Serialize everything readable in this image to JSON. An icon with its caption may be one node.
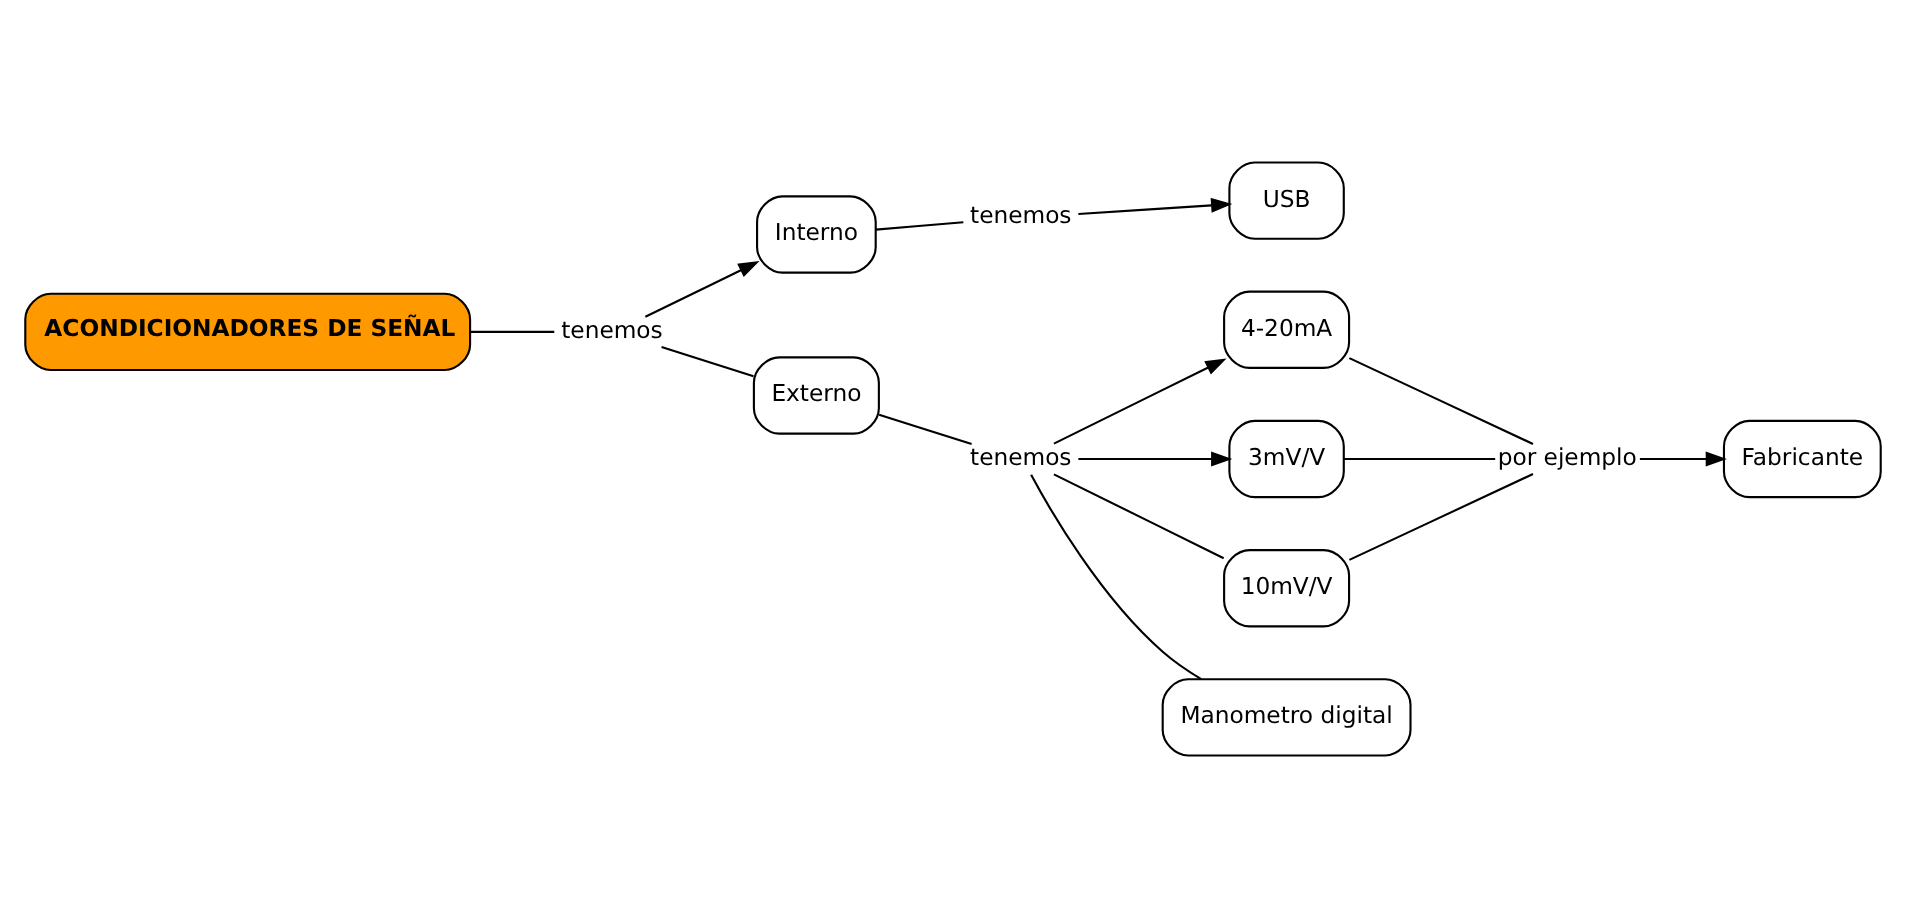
{
  "diagram": {
    "nodes": [
      {
        "text": [
          "ACONDICIONADORES DE SEÑAL"
        ]
      },
      {
        "text": [
          "tenemos"
        ]
      },
      {
        "text": [
          "Interno"
        ]
      },
      {
        "text": [
          "tenemos"
        ]
      },
      {
        "text": [
          "USB"
        ]
      },
      {
        "text": [
          "Externo"
        ]
      },
      {
        "text": [
          "tenemos"
        ]
      },
      {
        "text": [
          "4-20mA"
        ]
      },
      {
        "text": [
          "3mV/V"
        ]
      },
      {
        "text": [
          "10mV/V"
        ]
      },
      {
        "text": [
          "Manometro digital"
        ]
      },
      {
        "text": [
          "por ejemplo"
        ]
      },
      {
        "text": [
          "Fabricante"
        ]
      }
    ],
    "edges": [
      {
        "from": 0,
        "to": 1,
        "arrow": "none"
      },
      {
        "from": 1,
        "to": 2,
        "arrow": "to"
      },
      {
        "from": 1,
        "to": 5,
        "arrow": "none"
      },
      {
        "from": 2,
        "to": 3,
        "arrow": "none"
      },
      {
        "from": 3,
        "to": 4,
        "arrow": "to"
      },
      {
        "from": 5,
        "to": 6,
        "arrow": "none"
      },
      {
        "from": 6,
        "to": 7,
        "arrow": "to"
      },
      {
        "from": 6,
        "to": 8,
        "arrow": "to"
      },
      {
        "from": 6,
        "to": 9,
        "arrow": "none"
      },
      {
        "from": 6,
        "to": 10,
        "arrow": "none"
      },
      {
        "from": 7,
        "to": 11,
        "arrow": "none"
      },
      {
        "from": 8,
        "to": 11,
        "arrow": "none"
      },
      {
        "from": 9,
        "to": 11,
        "arrow": "none"
      },
      {
        "from": 11,
        "to": 12,
        "arrow": "to"
      }
    ]
  }
}
